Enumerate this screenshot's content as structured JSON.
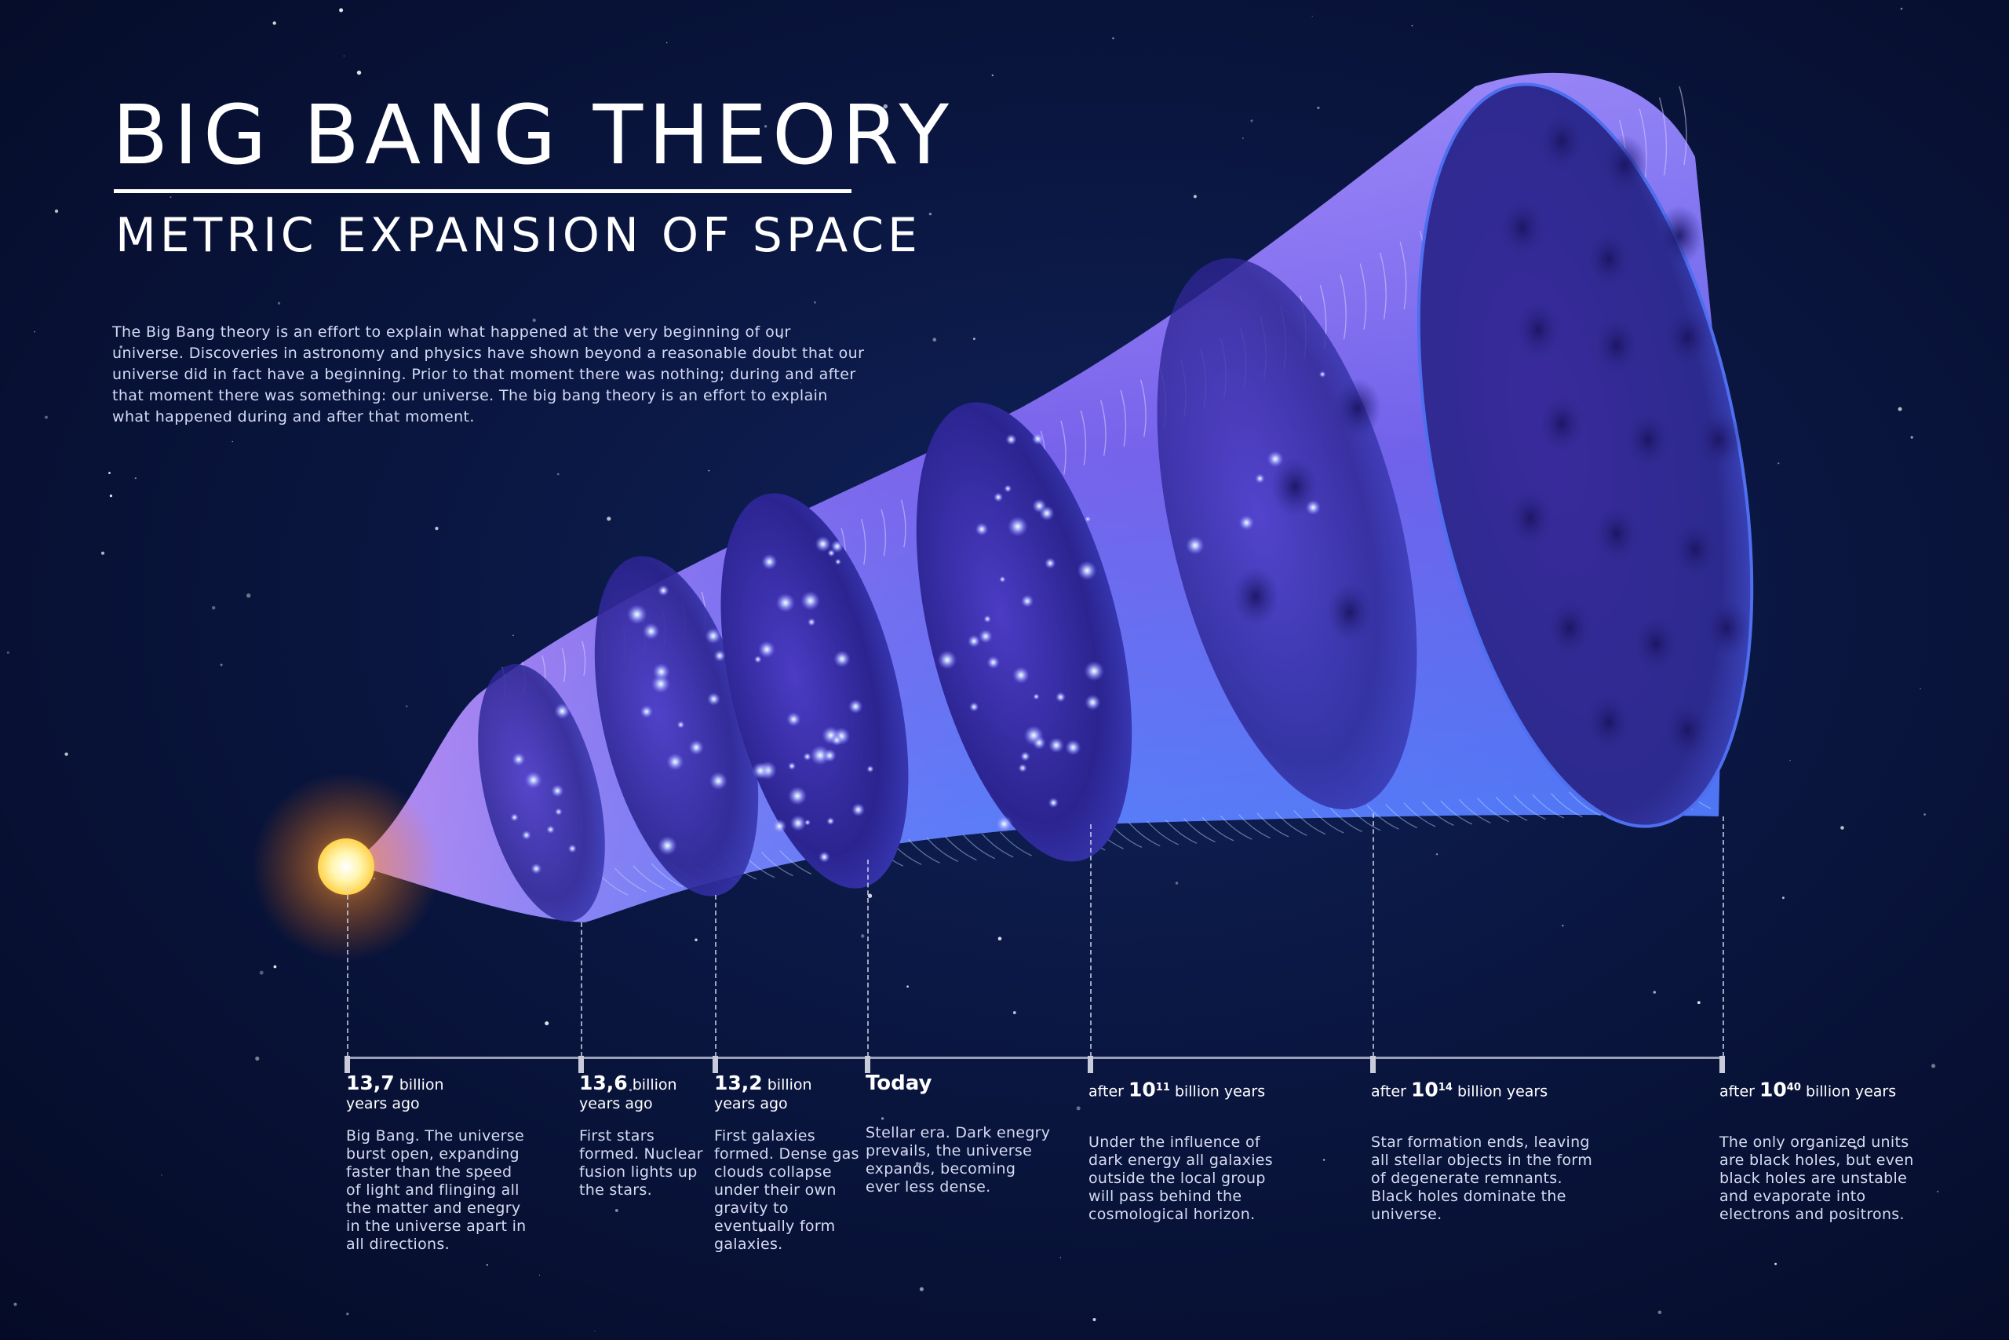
{
  "header": {
    "title": "BIG BANG THEORY",
    "subtitle": "METRIC EXPANSION OF SPACE"
  },
  "intro": "The Big Bang theory is an effort to explain what happened at the very beginning of our universe. Discoveries in astronomy and physics have shown beyond a reasonable doubt that our universe did in fact have a beginning. Prior to that moment there was nothing; during and after that moment there was something: our universe. The big bang theory is an effort to explain what happened during and after that moment.",
  "colors": {
    "background": "#0a1640",
    "cone_light": "#a88cf5",
    "cone_dark": "#2f2c9c",
    "cone_edge": "#4a8cff",
    "singularity": "#fff2a0",
    "glow": "#ff9a2a"
  },
  "timeline": [
    {
      "value": "13,7",
      "unit": "billion",
      "line2": "years ago",
      "description": "Big Bang. The universe burst open, expanding faster than the speed of light and flinging all the matter and enegry in the universe apart in all directions."
    },
    {
      "value": "13,6",
      "unit": "billion",
      "line2": "years ago",
      "description": "First stars formed. Nuclear fusion lights up the stars."
    },
    {
      "value": "13,2",
      "unit": "billion",
      "line2": "years ago",
      "description": "First galaxies formed. Dense gas clouds collapse under their own gravity to eventually form galaxies."
    },
    {
      "label": "Today",
      "description": "Stellar era. Dark enegry prevails, the universe expands, becoming ever less dense."
    },
    {
      "prefix": "after",
      "base": "10",
      "exp": "11",
      "suffix": "billion years",
      "description": "Under the influence of dark energy all galaxies outside the local group will pass behind the cosmological horizon."
    },
    {
      "prefix": "after",
      "base": "10",
      "exp": "14",
      "suffix": "billion years",
      "description": "Star formation ends, leaving all stellar objects in the form of degenerate remnants. Black holes dominate the universe."
    },
    {
      "prefix": "after",
      "base": "10",
      "exp": "40",
      "suffix": "billion years",
      "description": "The only organized units are black holes, but even black holes are unstable and evaporate into electrons and positrons."
    }
  ]
}
